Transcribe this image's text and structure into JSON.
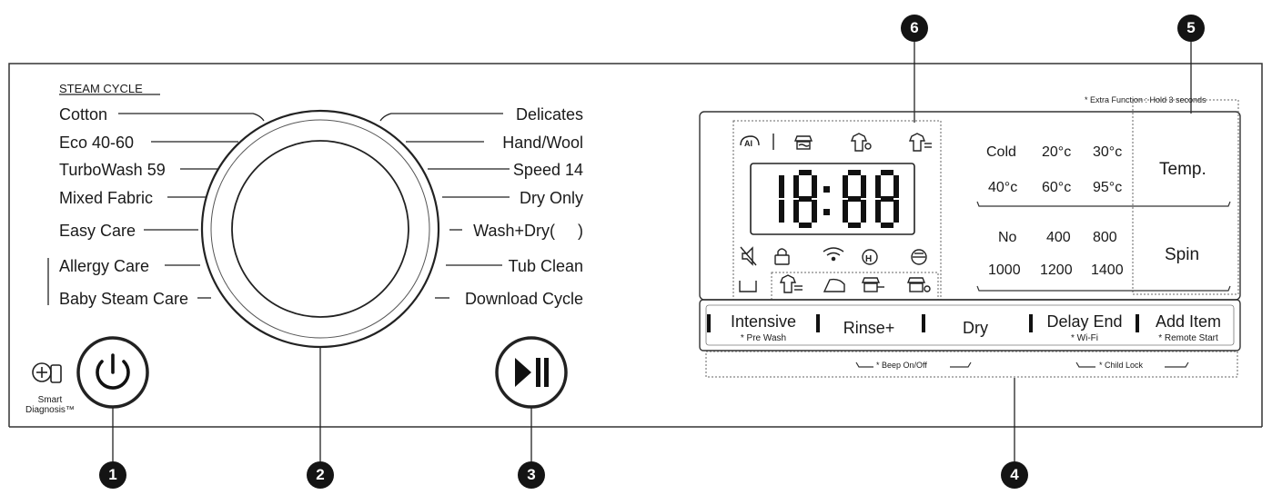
{
  "callouts": [
    "1",
    "2",
    "3",
    "4",
    "5",
    "6"
  ],
  "extra_note": "* Extra Function : Hold 3 seconds",
  "steam_cycle": "STEAM CYCLE",
  "programs_left": [
    "Cotton",
    "Eco 40-60",
    "TurboWash 59",
    "Mixed Fabric",
    "Easy Care",
    "Allergy Care",
    "Baby Steam Care"
  ],
  "programs_right": [
    "Delicates",
    "Hand/Wool",
    "Speed 14",
    "Dry Only",
    "Wash+Dry(     )",
    "Tub Clean",
    "Download Cycle"
  ],
  "smart_diagnosis": [
    "Smart",
    "Diagnosis™"
  ],
  "display_digits": "18:88",
  "temps": [
    "Cold",
    "20°c",
    "30°c",
    "40°c",
    "60°c",
    "95°c"
  ],
  "spins": [
    "No",
    "400",
    "800",
    "1000",
    "1200",
    "1400"
  ],
  "buttons": {
    "temp": "Temp.",
    "spin": "Spin",
    "intensive": "Intensive",
    "intensive_sub": "* Pre Wash",
    "rinse": "Rinse+",
    "dry": "Dry",
    "delay": "Delay End",
    "delay_sub": "* Wi-Fi",
    "add": "Add Item",
    "add_sub": "* Remote Start"
  },
  "beep_note": "* Beep On/Off",
  "child_note": "* Child Lock",
  "icons": [
    "ai-icon",
    "wash-icon",
    "steam-shirt-icon",
    "shirt-icon",
    "mute-icon",
    "lock-icon",
    "wifi-icon",
    "smart-icon",
    "drum-icon",
    "tub-icon",
    "rinse-icon",
    "iron-icon",
    "spin-icon",
    "dry-icon"
  ],
  "colors": {
    "line": "#2a2a2a",
    "badge": "#141414"
  }
}
